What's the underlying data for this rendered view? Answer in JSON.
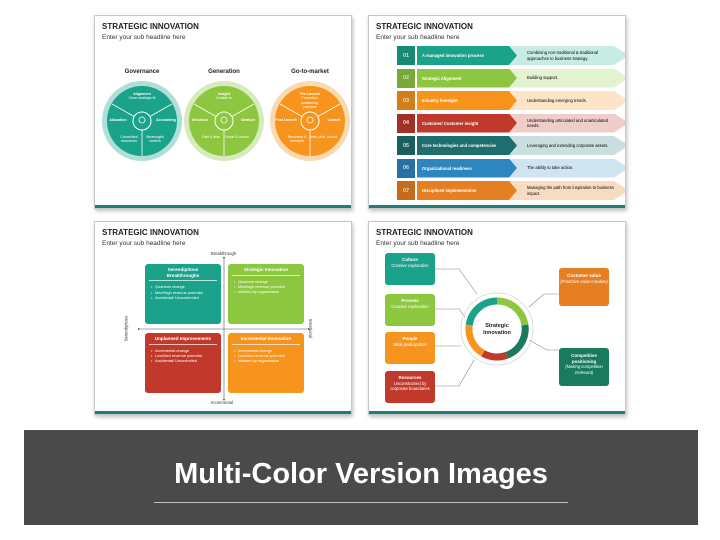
{
  "slide_title": "STRATEGIC INNOVATION",
  "slide_subtitle": "Enter your sub headline here",
  "slide1": {
    "groups": [
      {
        "label": "Governance",
        "color": "#1aa28a",
        "top": "Alignment",
        "top_sub": "Clear strategic fit",
        "left": "Allocation",
        "right": "Accounting",
        "bl": "Committed resources",
        "br": "Meaningful metrics"
      },
      {
        "label": "Generation",
        "color": "#8dc63f",
        "top": "Insight",
        "top_sub": "Outside in",
        "left": "Ihevation",
        "right": "Ideation",
        "bl": "Fast & lean",
        "br": "Novel & useful"
      },
      {
        "label": "Go-to-market",
        "color": "#f7941d",
        "top": "Pre Launch",
        "top_sub": "Promotion, positioning, partners",
        "left": "Post Launch",
        "right": "Launch",
        "bl": "Recovery & retention",
        "br": "Beta, pilot, rollout"
      }
    ]
  },
  "slide2": {
    "rows": [
      {
        "num": "01",
        "title": "A managed innovation process",
        "desc": "Combining non-traditional & traditional approaches to business strategy.",
        "color": "#1aa28a",
        "light": "#c7ece4"
      },
      {
        "num": "02",
        "title": "Strategic Alignment",
        "desc": "Building support.",
        "color": "#8dc63f",
        "light": "#e3f2cf"
      },
      {
        "num": "03",
        "title": "Industry foresight",
        "desc": "Understanding emerging trends.",
        "color": "#f7941d",
        "light": "#fde4c7"
      },
      {
        "num": "04",
        "title": "Customer/ Customer insight",
        "desc": "Understanding articulated and unarticulated needs.",
        "color": "#c0392b",
        "light": "#f0cdc9"
      },
      {
        "num": "05",
        "title": "Core technologies and competencies",
        "desc": "Leveraging and extending corporate assets.",
        "color": "#1f6e6e",
        "light": "#c9dede"
      },
      {
        "num": "06",
        "title": "Organizational readiness",
        "desc": "The ability to take action.",
        "color": "#2e86c1",
        "light": "#cfe3f1"
      },
      {
        "num": "07",
        "title": "Disciplined implementation",
        "desc": "Managing the path from inspiration to business impact.",
        "color": "#e67e22",
        "light": "#f8dcc2"
      }
    ]
  },
  "slide3": {
    "axis_top": "Breakthrough",
    "axis_bottom": "Incremental",
    "axis_left": "Serendipitous",
    "axis_right": "Intentional",
    "quads": [
      {
        "title": "Serendipitous Breakthroughs",
        "color": "#1aa28a",
        "items": [
          "Quantum change",
          "Med/High revenue potential",
          "Accidental/ Unscontrolled"
        ]
      },
      {
        "title": "Strategic Innovation",
        "color": "#8dc63f",
        "items": [
          "Quantum change",
          "Med/high revenue potential",
          "Initiated by organization"
        ]
      },
      {
        "title": "Unplanned Improvements",
        "color": "#c0392b",
        "items": [
          "Incremental change",
          "Low/Med revenue potential",
          "Accidental/ Uncontrolled"
        ]
      },
      {
        "title": "Incremental Innovation",
        "color": "#f7941d",
        "items": [
          "Incremental change",
          "Low/Med revenue potential",
          "Initiated by organization"
        ]
      }
    ]
  },
  "slide4": {
    "center": "Strategic Innovation",
    "left_boxes": [
      {
        "title": "Culture",
        "sub": "Creative exploration",
        "color": "#1aa28a"
      },
      {
        "title": "Process",
        "sub": "Creative exploration",
        "color": "#8dc63f"
      },
      {
        "title": "People",
        "sub": "Wide participation",
        "color": "#f7941d"
      },
      {
        "title": "Resources",
        "sub": "Unconstrained by corporate boundaries",
        "color": "#c0392b"
      }
    ],
    "right_boxes": [
      {
        "title": "Customer value",
        "sub": "(Proactive value creation)",
        "color": "#e67e22"
      },
      {
        "title": "Competitive positioning",
        "sub": "(Making competition irrelevant)",
        "color": "#1a7a5e"
      }
    ]
  },
  "banner": {
    "title": "Multi-Color Version Images"
  }
}
